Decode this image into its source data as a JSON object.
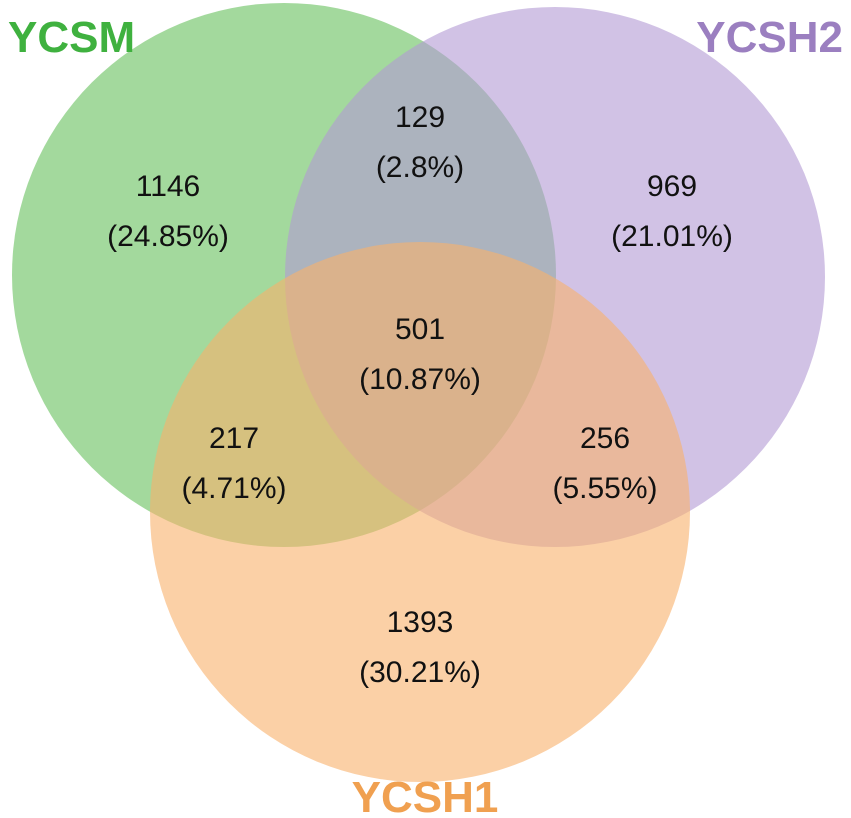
{
  "sets": [
    {
      "key": "ycsm",
      "name": "YCSM",
      "color": "#3fb13f",
      "fill": "#66bf5c"
    },
    {
      "key": "ycsh2",
      "name": "YCSH2",
      "color": "#9b7fc0",
      "fill": "#b39ad3"
    },
    {
      "key": "ycsh1",
      "name": "YCSH1",
      "color": "#f0a050",
      "fill": "#f8b06b"
    }
  ],
  "regions": {
    "ycsm_only": {
      "count": "1146",
      "percent": "(24.85%)"
    },
    "ycsm_ycsh2": {
      "count": "129",
      "percent": "(2.8%)"
    },
    "ycsh2_only": {
      "count": "969",
      "percent": "(21.01%)"
    },
    "all_three": {
      "count": "501",
      "percent": "(10.87%)"
    },
    "ycsm_ycsh1": {
      "count": "217",
      "percent": "(4.71%)"
    },
    "ycsh2_ycsh1": {
      "count": "256",
      "percent": "(5.55%)"
    },
    "ycsh1_only": {
      "count": "1393",
      "percent": "(30.21%)"
    }
  }
}
